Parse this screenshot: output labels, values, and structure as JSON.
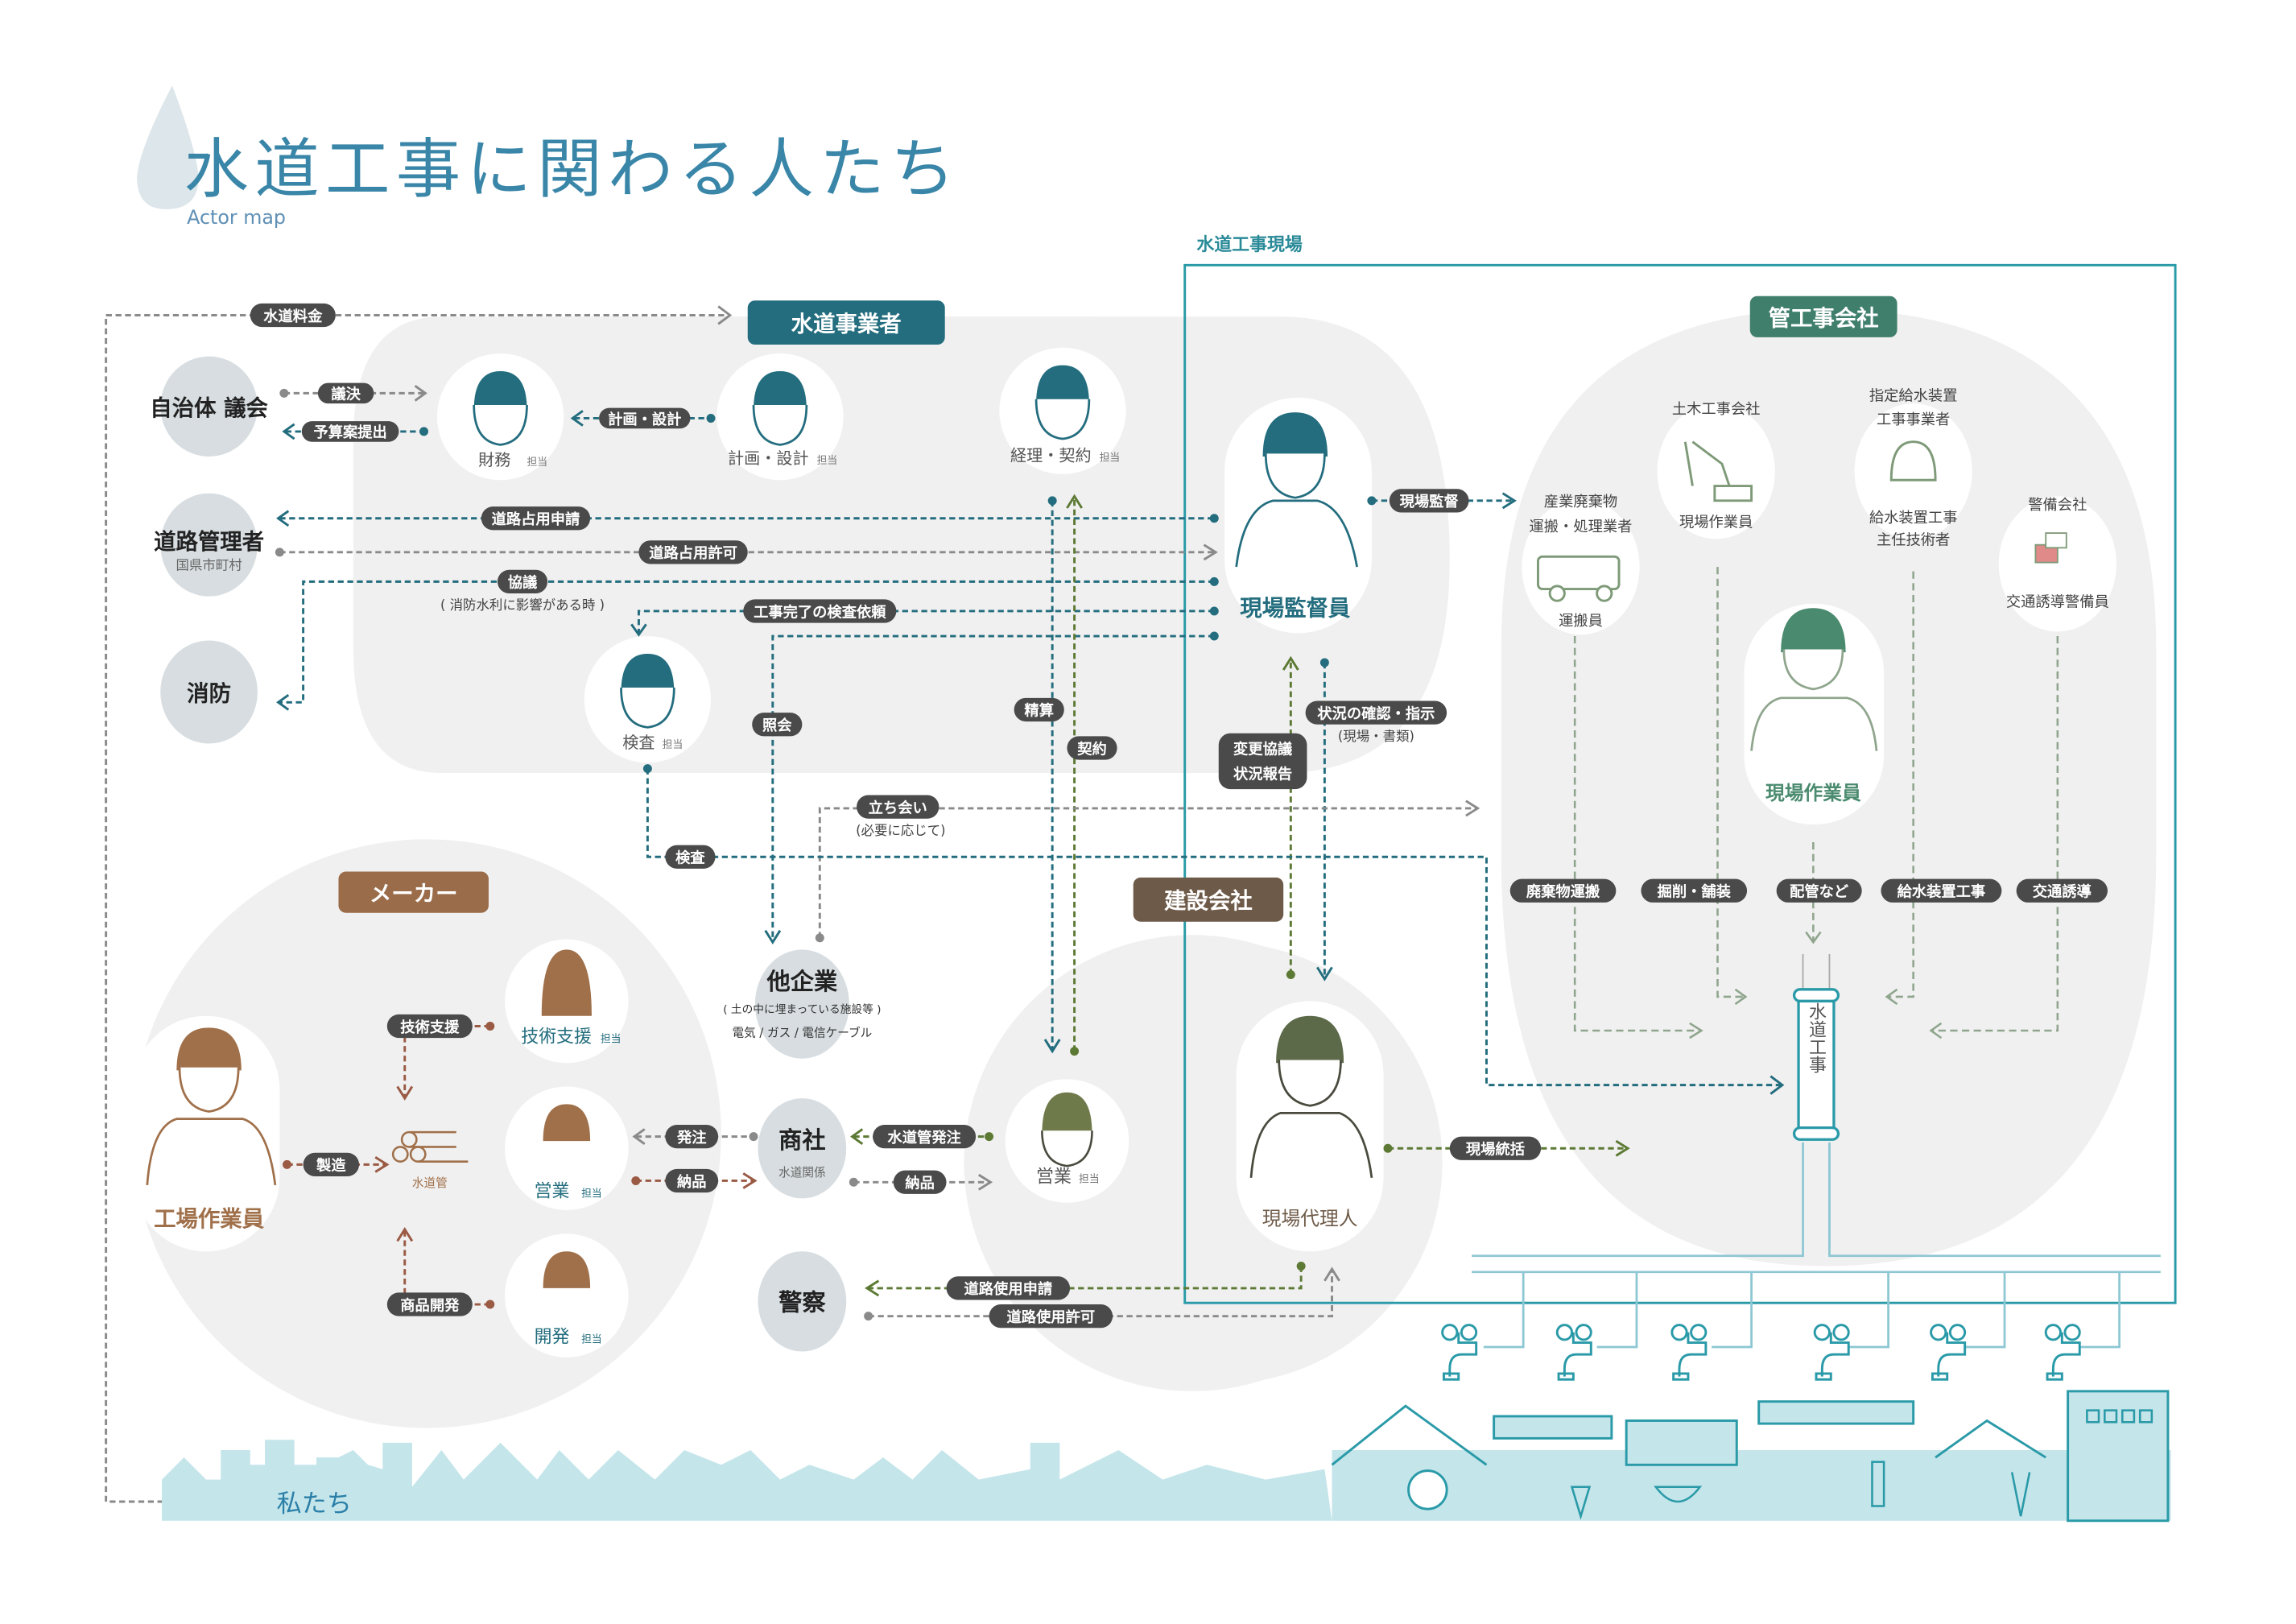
{
  "header": {
    "title": "水道工事に関わる人たち",
    "subtitle": "Actor map"
  },
  "colors": {
    "title": "#3a86a8",
    "teal_dark": "#236d7e",
    "teal_site": "#2a9aa8",
    "green": "#3f7f6c",
    "olive": "#5d6a3f",
    "brown": "#a0704a",
    "brown_header": "#9a6c4a",
    "label_bg": "#4a4a4a",
    "circle_gray": "#f0f0f0",
    "actor_circle": "#d7dde0",
    "city": "#c4e5ea",
    "water_line": "#8cc7d3"
  },
  "groups": {
    "water_utility": "水道事業者",
    "pipe_company": "管工事会社",
    "maker": "メーカー",
    "construction": "建設会社",
    "site": "水道工事現場"
  },
  "external_actors": {
    "council": "自治体 議会",
    "road_admin": "道路管理者",
    "road_admin_sub": "国県市町村",
    "fire": "消防",
    "other_company": "他企業",
    "other_company_sub1": "( 土の中に埋まっている施設等 )",
    "other_company_sub2": "電気 / ガス / 電信ケーブル",
    "trading": "商社",
    "trading_sub": "水道関係",
    "police": "警察",
    "us": "私たち"
  },
  "utility_staff": {
    "finance": "財務",
    "planning": "計画・設計",
    "accounting": "経理・契約",
    "inspection": "検査",
    "tanto": "担当"
  },
  "site_staff": {
    "supervisor": "現場監督員",
    "agent": "現場代理人",
    "worker": "現場作業員"
  },
  "maker_staff": {
    "factory": "工場作業員",
    "tech": "技術支援",
    "sales": "営業",
    "dev": "開発",
    "pipe": "水道管",
    "tanto": "担当"
  },
  "construction_staff": {
    "sales": "営業",
    "tanto": "担当"
  },
  "subcontractors": {
    "waste_title1": "産業廃棄物",
    "waste_title2": "運搬・処理業者",
    "waste_role": "運搬員",
    "civil_title": "土木工事会社",
    "civil_role": "現場作業員",
    "supply_title1": "指定給水装置",
    "supply_title2": "工事事業者",
    "supply_role1": "給水装置工事",
    "supply_role2": "主任技術者",
    "security_title": "警備会社",
    "security_role": "交通誘導警備員"
  },
  "flows": {
    "water_fee": "水道料金",
    "resolution": "議決",
    "budget": "予算案提出",
    "plan_design": "計画・設計",
    "road_apply": "道路占用申請",
    "road_permit": "道路占用許可",
    "consult": "協議",
    "consult_note": "( 消防水利に影響がある時 )",
    "inspection_req": "工事完了の検査依頼",
    "inquiry": "照会",
    "settlement": "精算",
    "contract": "契約",
    "site_supervision": "現場監督",
    "change_consult": "変更協議",
    "status_report": "状況報告",
    "status_check": "状況の確認・指示",
    "status_check_note": "(現場・書類)",
    "witness": "立ち会い",
    "witness_note": "(必要に応じて)",
    "inspect": "検査",
    "waste_transport": "廃棄物運搬",
    "excavation": "掘削・舗装",
    "piping": "配管など",
    "supply_work": "給水装置工事",
    "traffic": "交通誘導",
    "tech_support": "技術支援",
    "manufacture": "製造",
    "order": "発注",
    "delivery": "納品",
    "product_dev": "商品開発",
    "pipe_order": "水道管発注",
    "delivery2": "納品",
    "site_mgmt": "現場統括",
    "road_use_apply": "道路使用申請",
    "road_use_permit": "道路使用許可",
    "water_work": "水道工事"
  }
}
